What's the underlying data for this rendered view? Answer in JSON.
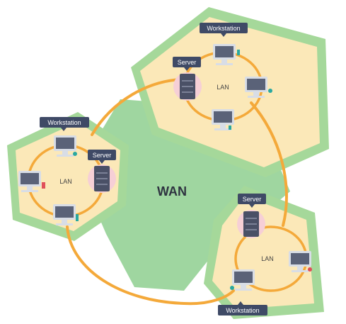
{
  "wan": {
    "label": "WAN"
  },
  "labels": {
    "server": "Server",
    "workstation": "Workstation",
    "lan": "LAN"
  },
  "colors": {
    "wan_fill": "#9fd6a0",
    "lan_border": "#a5d89a",
    "lan_fill": "#fbe8b8",
    "ring": "#f4a93a",
    "tag_bg": "#3f4a66",
    "tag_text": "#ffffff",
    "server_body": "#4a5066",
    "server_glow": "#f6cfd6",
    "monitor": "#d8dde6",
    "screen": "#5a6278",
    "accent_red": "#e0505a",
    "accent_teal": "#2aa8a0"
  }
}
